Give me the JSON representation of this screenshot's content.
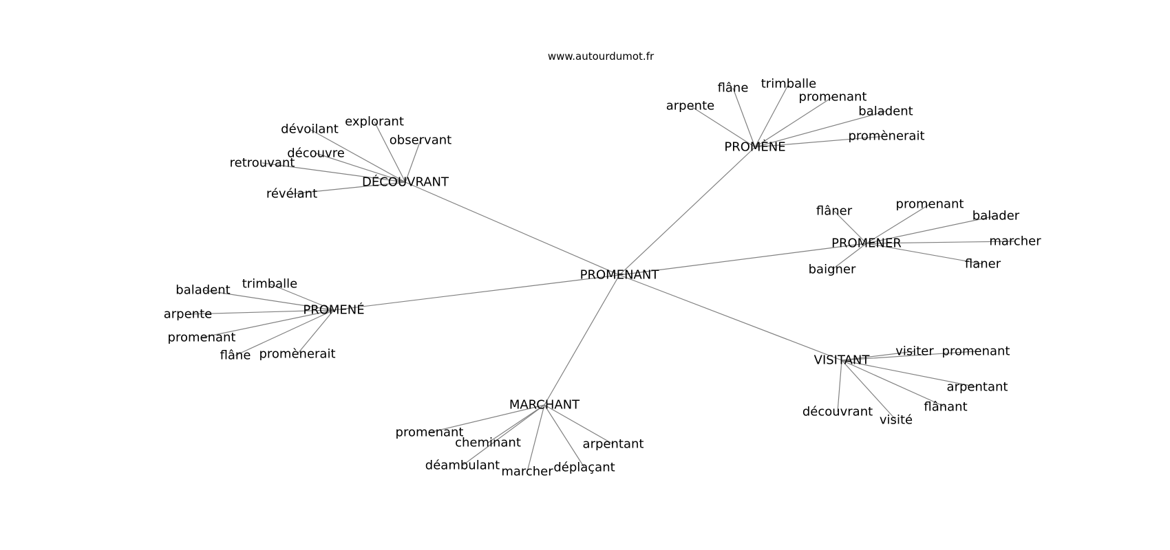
{
  "source": "www.autourdumot.fr",
  "graph": {
    "center": "PROMENANT",
    "edge_color": "#808080",
    "text_color": "#000000",
    "branches": [
      {
        "hub": "DÉCOUVRANT",
        "leaves": [
          "dévoilant",
          "explorant",
          "observant",
          "découvre",
          "retrouvant",
          "révélant"
        ]
      },
      {
        "hub": "PROMÈNE",
        "leaves": [
          "arpente",
          "flâne",
          "trimballe",
          "promenant",
          "baladent",
          "promènerait"
        ]
      },
      {
        "hub": "PROMENER",
        "leaves": [
          "flâner",
          "promenant",
          "balader",
          "marcher",
          "flaner",
          "baigner"
        ]
      },
      {
        "hub": "VISITANT",
        "leaves": [
          "visiter",
          "promenant",
          "arpentant",
          "flânant",
          "visité",
          "découvrant"
        ]
      },
      {
        "hub": "MARCHANT",
        "leaves": [
          "promenant",
          "cheminant",
          "déambulant",
          "marcher",
          "déplaçant",
          "arpentant"
        ]
      },
      {
        "hub": "PROMENÉ",
        "leaves": [
          "baladent",
          "trimballe",
          "arpente",
          "promenant",
          "flâne",
          "promènerait"
        ]
      }
    ]
  }
}
